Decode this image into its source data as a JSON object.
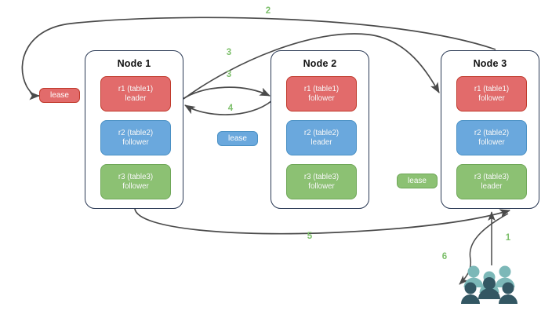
{
  "diagram": {
    "title": "lease-transfer-raft-node-diagram",
    "colors": {
      "red": "#e26b6b",
      "red_border": "#c0392b",
      "blue": "#6aa8dd",
      "blue_border": "#4a90c4",
      "green": "#8cc173",
      "green_border": "#6fa758",
      "node_border": "#2b3a55",
      "arrow": "#4a4a4a",
      "step_label": "#7cbf6a",
      "users_light": "#7cb8b8",
      "users_dark": "#335763"
    }
  },
  "nodes": [
    {
      "id": "node1",
      "title": "Node 1",
      "replicas": [
        {
          "id": "n1-r1",
          "line1": "r1 (table1)",
          "line2": "leader",
          "color": "red"
        },
        {
          "id": "n1-r2",
          "line1": "r2 (table2)",
          "line2": "follower",
          "color": "blue"
        },
        {
          "id": "n1-r3",
          "line1": "r3 (table3)",
          "line2": "follower",
          "color": "green"
        }
      ]
    },
    {
      "id": "node2",
      "title": "Node 2",
      "replicas": [
        {
          "id": "n2-r1",
          "line1": "r1 (table1)",
          "line2": "follower",
          "color": "red"
        },
        {
          "id": "n2-r2",
          "line1": "r2 (table2)",
          "line2": "leader",
          "color": "blue"
        },
        {
          "id": "n2-r3",
          "line1": "r3 (table3)",
          "line2": "follower",
          "color": "green"
        }
      ]
    },
    {
      "id": "node3",
      "title": "Node 3",
      "replicas": [
        {
          "id": "n3-r1",
          "line1": "r1 (table1)",
          "line2": "follower",
          "color": "red"
        },
        {
          "id": "n3-r2",
          "line1": "r2 (table2)",
          "line2": "follower",
          "color": "blue"
        },
        {
          "id": "n3-r3",
          "line1": "r3 (table3)",
          "line2": "leader",
          "color": "green"
        }
      ]
    }
  ],
  "leases": [
    {
      "id": "lease-red",
      "label": "lease",
      "color": "red"
    },
    {
      "id": "lease-blue",
      "label": "lease",
      "color": "blue"
    },
    {
      "id": "lease-green",
      "label": "lease",
      "color": "green"
    }
  ],
  "steps": [
    {
      "id": "step-1",
      "label": "1"
    },
    {
      "id": "step-2",
      "label": "2"
    },
    {
      "id": "step-3a",
      "label": "3"
    },
    {
      "id": "step-3b",
      "label": "3"
    },
    {
      "id": "step-4",
      "label": "4"
    },
    {
      "id": "step-5",
      "label": "5"
    },
    {
      "id": "step-6",
      "label": "6"
    }
  ],
  "actors": {
    "users_label": "users-group-icon"
  }
}
